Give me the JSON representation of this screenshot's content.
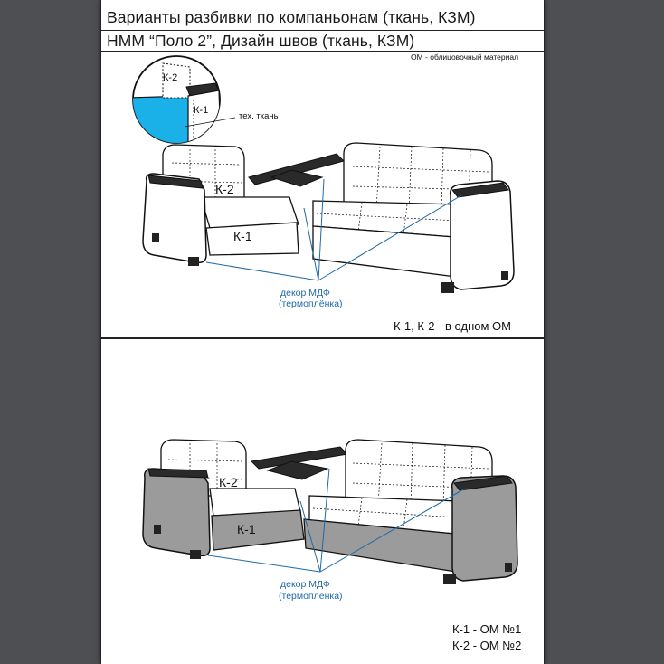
{
  "header": {
    "title_line1": "Варианты разбивки по компаньонам (ткань, КЗМ)",
    "title_line2": "НММ “Поло 2”, Дизайн швов (ткань, КЗМ)",
    "note": "ОМ - облицовочный материал"
  },
  "detail": {
    "k2_label": "К-2",
    "k1_label": "К-1",
    "tech_fabric_label": "тех. ткань"
  },
  "variant1": {
    "k2_label": "К-2",
    "k1_label": "К-1",
    "decor_line1": "декор МДФ",
    "decor_line2": "(термоплёнка)",
    "legend": "К-1, К-2 - в одном ОМ"
  },
  "variant2": {
    "k2_label": "К-2",
    "k1_label": "К-1",
    "decor_line1": "декор МДФ",
    "decor_line2": "(термоплёнка)",
    "legend_line1": "К-1 - ОМ №1",
    "legend_line2": "К-2 - ОМ №2"
  },
  "colors": {
    "background": "#4d4f52",
    "sheet": "#ffffff",
    "accent_blue": "#1e6aa8",
    "detail_fill": "#1ab0e8",
    "companion_gray": "#9b9b9b",
    "decor_dark": "#2a2a2a"
  }
}
